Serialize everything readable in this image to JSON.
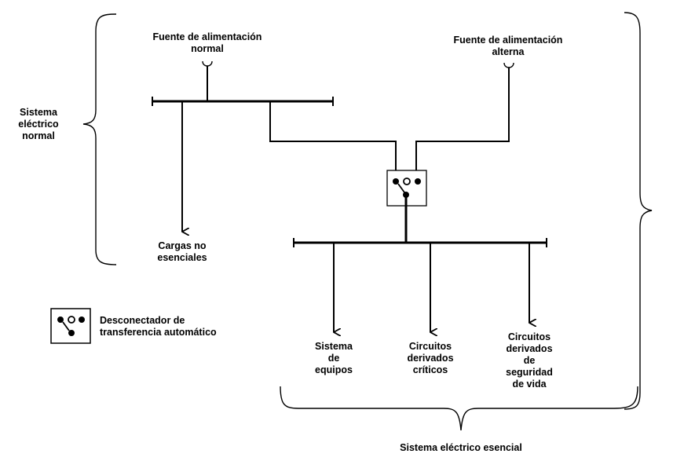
{
  "labels": {
    "normal_source": [
      "Fuente de alimentación",
      "normal"
    ],
    "alternate_source": [
      "Fuente de alimentación",
      "alterna"
    ],
    "normal_system": [
      "Sistema",
      "eléctrico",
      "normal"
    ],
    "non_essential_loads": [
      "Cargas no",
      "esenciales"
    ],
    "equipment_system": [
      "Sistema",
      "de",
      "equipos"
    ],
    "critical_branch": [
      "Circuitos",
      "derivados",
      "críticos"
    ],
    "life_safety_branch": [
      "Circuitos",
      "derivados",
      "de",
      "seguridad",
      "de vida"
    ],
    "essential_system": "Sistema eléctrico esencial",
    "legend_ats": [
      "Desconectador de",
      "transferencia automático"
    ]
  },
  "colors": {
    "ink": "#000000",
    "background": "#ffffff"
  }
}
